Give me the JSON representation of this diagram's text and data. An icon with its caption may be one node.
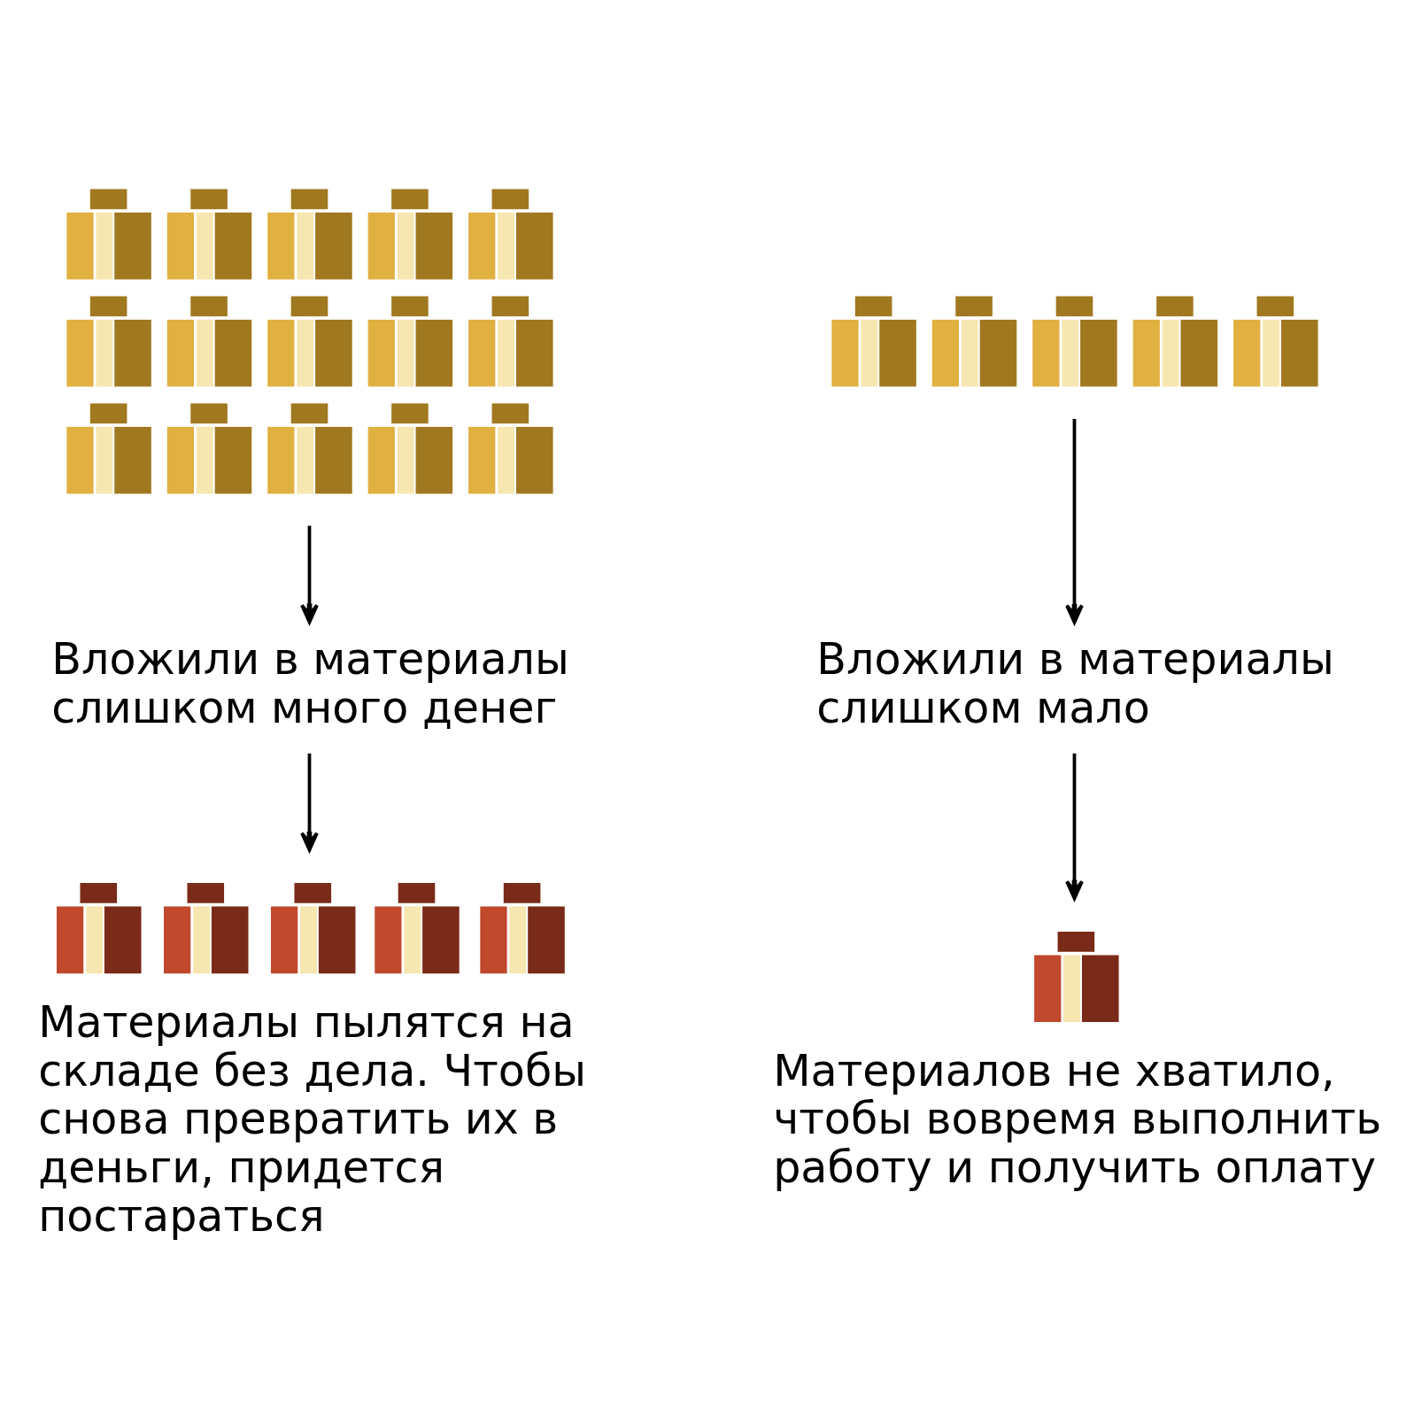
{
  "diagram": {
    "nodes": [
      {
        "text": [],
        "shape": "picture"
      },
      {
        "text": [
          "Вложили в материалы слишком много денег"
        ]
      },
      {
        "text": [],
        "shape": "picture",
        "beside": [
          "Материалы пылятся на складе без дела. Чтобы снова превратить их в деньги, придется постараться"
        ]
      },
      {
        "text": [],
        "shape": "picture"
      },
      {
        "text": [
          "Вложили в материалы слишком мало"
        ]
      },
      {
        "text": [],
        "shape": "picture",
        "beside": [
          "Материалов не хватило, чтобы вовремя выполнить работу и получить оплату"
        ]
      }
    ],
    "edges": [
      {
        "from": 0,
        "to": 1,
        "arrow": "to"
      },
      {
        "from": 1,
        "to": 2,
        "arrow": "to"
      },
      {
        "from": 3,
        "to": 4,
        "arrow": "to"
      },
      {
        "from": 4,
        "to": 5,
        "arrow": "to"
      }
    ]
  }
}
